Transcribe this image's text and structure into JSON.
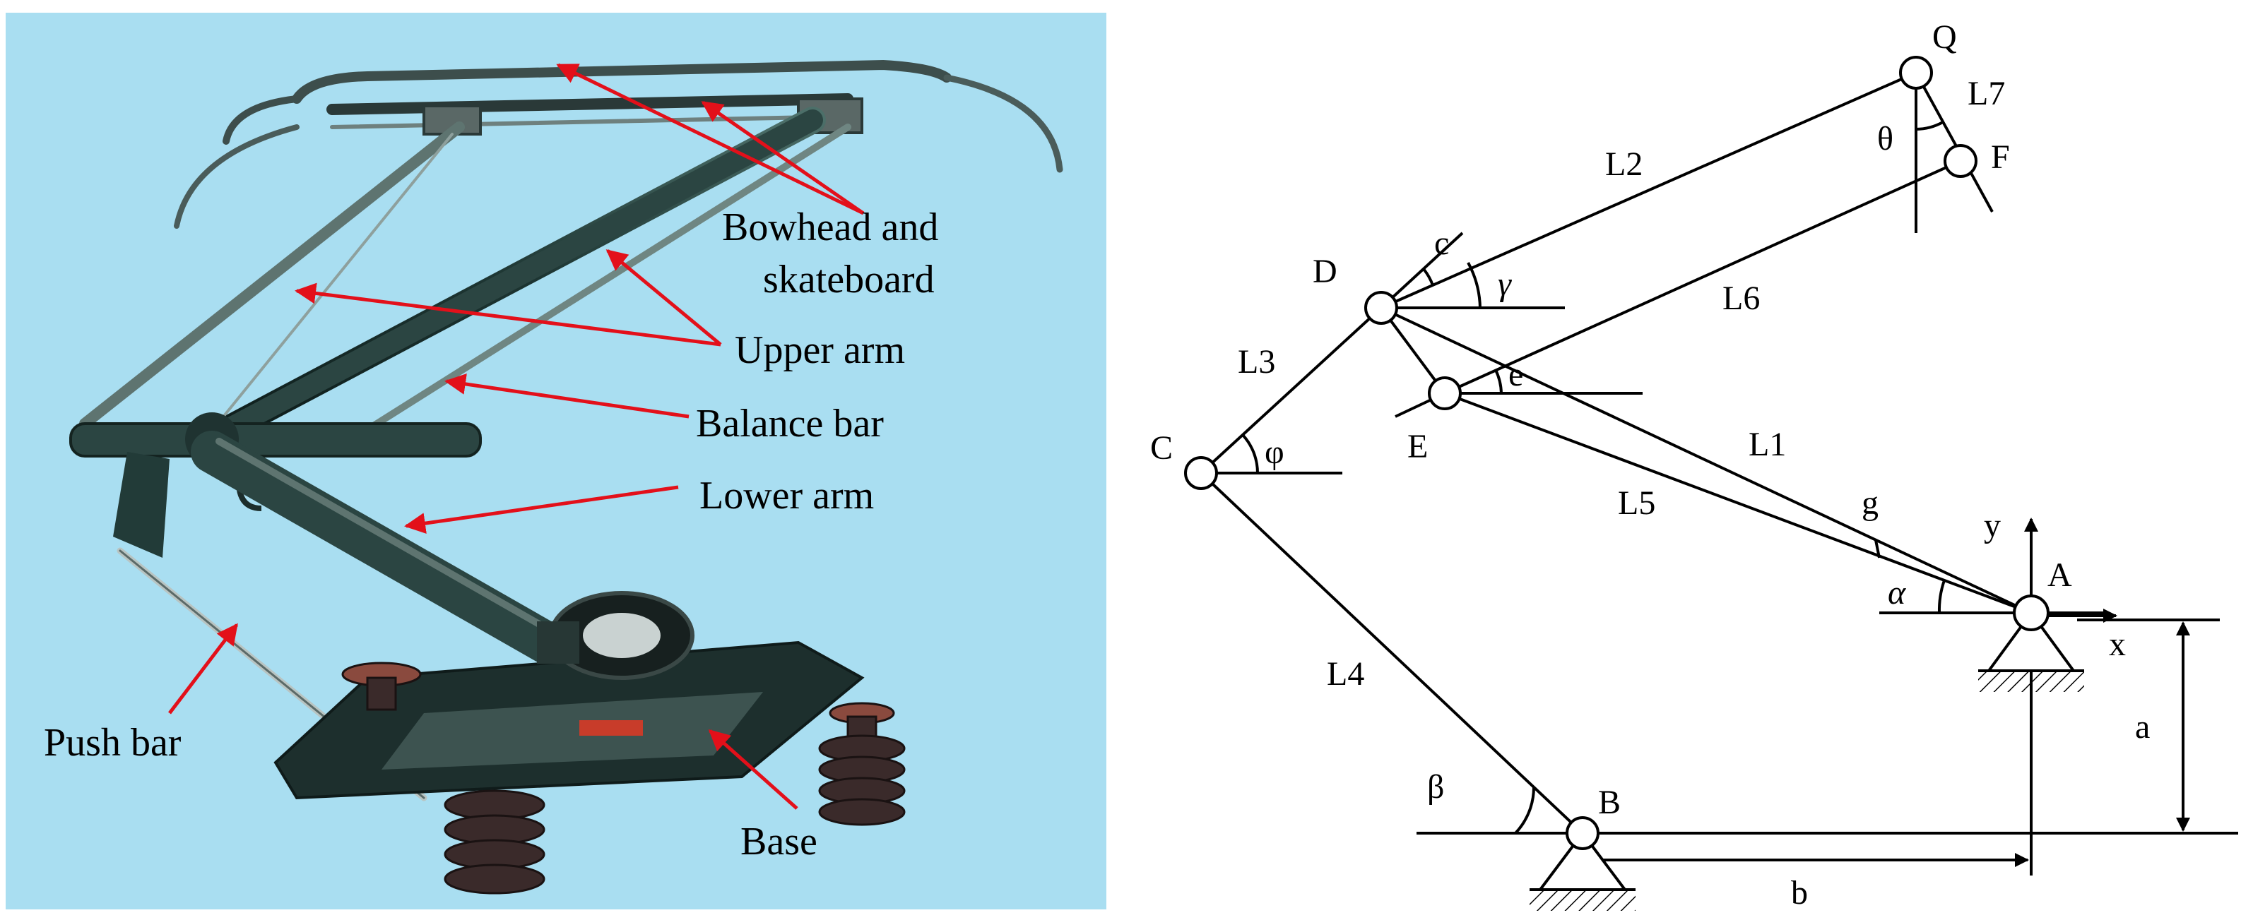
{
  "photo": {
    "background": "#a9def1",
    "arrow_color": "#e3101a",
    "labels": {
      "bowhead_line1": "Bowhead and",
      "bowhead_line2": "skateboard",
      "upper_arm": "Upper arm",
      "balance_bar": "Balance bar",
      "lower_arm": "Lower arm",
      "push_bar": "Push bar",
      "base": "Base"
    }
  },
  "diagram": {
    "points": {
      "Q": "Q",
      "F": "F",
      "D": "D",
      "E": "E",
      "C": "C",
      "A": "A",
      "B": "B"
    },
    "links": {
      "L1": "L1",
      "L2": "L2",
      "L3": "L3",
      "L4": "L4",
      "L5": "L5",
      "L6": "L6",
      "L7": "L7"
    },
    "angles": {
      "theta": "θ",
      "c": "c",
      "gamma": "γ",
      "e": "e",
      "phi": "φ",
      "g": "g",
      "alpha": "α",
      "beta": "β"
    },
    "axes": {
      "x": "x",
      "y": "y"
    },
    "dimensions": {
      "a": "a",
      "b": "b"
    }
  }
}
